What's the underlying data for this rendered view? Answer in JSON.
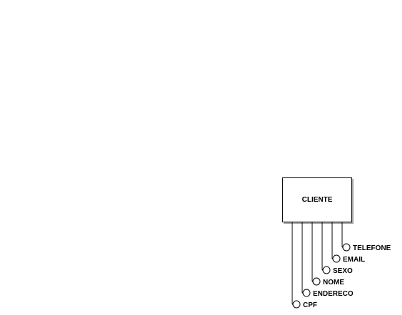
{
  "entity": {
    "name": "CLIENTE"
  },
  "attributes": [
    {
      "name": "CPF"
    },
    {
      "name": "ENDERECO"
    },
    {
      "name": "NOME"
    },
    {
      "name": "SEXO"
    },
    {
      "name": "EMAIL"
    },
    {
      "name": "TELEFONE"
    }
  ]
}
